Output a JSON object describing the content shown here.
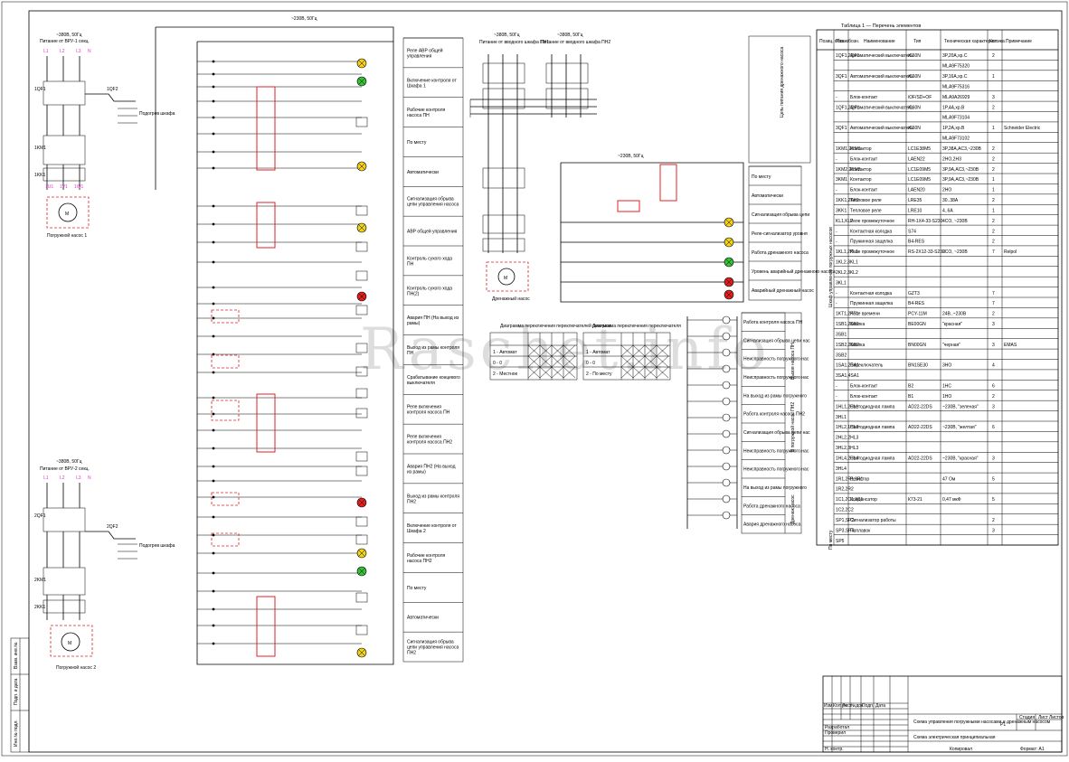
{
  "sheet": {
    "watermark": "Raschet.info"
  },
  "power_circuit": {
    "bus_label": "~230В, 50Гц",
    "top_feed": "~380В, 50Гц",
    "top_feed_note": "Питание от ВРУ-1 секц.",
    "pump1_label": "Погружной насос 1",
    "pump2_label": "Погружной насос 2",
    "bottom_feed": "~380В, 50Гц",
    "bottom_feed_note": "Питание от ВРУ-2 секц.",
    "heater1": "Подогрев шкафа",
    "heater2": "Подогрев шкафа"
  },
  "middle_labels": [
    "Реле АВР общей управления",
    "Включение контроля от Шкафа 1",
    "Рабочие контроля насоса ПН",
    "По месту",
    "Автоматически",
    "Сигнализация обрыва цепи управления насоса",
    "АВР общей управления",
    "Контроль сухого хода ПН",
    "Контроль сухого хода ПН(2)",
    "Авария ПН (На выход из рамы)",
    "Выход из рамы контроля ПН",
    "Срабатывание концевого выключателя",
    "Реле включения контроля насоса ПН",
    "Реле включения контроля насоса ПН2",
    "Авария ПН2 (На выход из рамы)",
    "Выход из рамы контроля ПН2",
    "Включение контроля от Шкафа 2",
    "Рабочие контроля насоса ПН2",
    "По месту",
    "Автоматически",
    "Сигнализация обрыва цепи управления насоса ПН2"
  ],
  "drain_pump": {
    "feed1": "~380В, 50Гц",
    "feed1_note": "Питание от вводного шкафа ПН1",
    "feed2": "~380В, 50Гц",
    "feed2_note": "Питание от вводного шкафа ПН2",
    "ctrl_feed": "~230В, 50Гц",
    "pump_label": "Дренажный насос",
    "side_label": "Цепь питания дренажного насоса",
    "right_labels": [
      "По месту",
      "Автоматически",
      "Сигнализация обрыва цепи",
      "Реле-сигнализатор уровня",
      "Работа дренажного насоса",
      "Уровень аварийный дренажного насоса",
      "Аварийный дренажный насос"
    ]
  },
  "switch_tables": {
    "left_title": "Диаграмма переключения переключателей режимов",
    "right_title": "Диаграмма переключения переключателя",
    "rows_left": [
      "1 - Автомат",
      "0 - 0",
      "2 - Местное"
    ],
    "rows_right": [
      "1 - Автомат",
      "0 - 0",
      "2 - По месту"
    ]
  },
  "signal_labels": [
    "Работа контроля насоса ПН",
    "Сигнализация обрыва цепи насоса ПН",
    "Неисправность погружного насоса ПН",
    "Неисправность погружного насоса ПН",
    "На выход из рамы погружного насоса ПН",
    "Работа контроля насоса ПН2",
    "Сигнализация обрыва цепи насоса ПН2",
    "Неисправность погружного насоса ПН2",
    "Неисправность погружного насоса ПН2",
    "На выход из рамы погружного насоса ПН2",
    "Работа дренажного насоса",
    "Авария дренажного насоса"
  ],
  "signal_group_labels": [
    "Вызов насоса ПН",
    "В погружной насос ПН2",
    "Дренаж насос"
  ],
  "elements_table": {
    "title": "Таблица 1 — Перечень элементов",
    "headers": [
      "Позиц. обозн.",
      "Поз. обозн.",
      "Наименование",
      "Тип",
      "Техническая характеристика",
      "Кол.",
      "Примечание"
    ],
    "side_group": "Шкаф управления погружных насосов",
    "side_group2": "По месту",
    "rows": [
      {
        "pos": "1QF1,2QF1",
        "name": "Автоматический выключатель",
        "type": "iC60N",
        "spec": "3P,20А,хр.С",
        "qty": "2",
        "note": ""
      },
      {
        "pos": "",
        "name": "",
        "type": "",
        "spec": "MLA9F75320",
        "qty": "",
        "note": ""
      },
      {
        "pos": "3QF1",
        "name": "Автоматический выключатель",
        "type": "iC60N",
        "spec": "3P,16А,хр.С",
        "qty": "1",
        "note": ""
      },
      {
        "pos": "",
        "name": "",
        "type": "",
        "spec": "MLA9F75316",
        "qty": "",
        "note": ""
      },
      {
        "pos": "-",
        "name": "Блок-контакт",
        "type": "iOF/SD+OF",
        "spec": "MLA9A26929",
        "qty": "3",
        "note": ""
      },
      {
        "pos": "1QF1,2QF1",
        "name": "Автоматический выключатель",
        "type": "iC60N",
        "spec": "1P,4А,хр.В",
        "qty": "2",
        "note": ""
      },
      {
        "pos": "",
        "name": "",
        "type": "",
        "spec": "MLA9F73104",
        "qty": "",
        "note": ""
      },
      {
        "pos": "3QF1",
        "name": "Автоматический выключатель",
        "type": "iC60N",
        "spec": "1P,2А,хр.В",
        "qty": "1",
        "note": "Schneider Electric"
      },
      {
        "pos": "",
        "name": "",
        "type": "",
        "spec": "MLA9F73102",
        "qty": "",
        "note": ""
      },
      {
        "pos": "1KM1,2KM1",
        "name": "Контактор",
        "type": "LC1E38M5",
        "spec": "3P,38А,AC3,~230В",
        "qty": "2",
        "note": ""
      },
      {
        "pos": "-",
        "name": "Блок-контакт",
        "type": "LAEN22",
        "spec": "2НО,2НЗ",
        "qty": "2",
        "note": ""
      },
      {
        "pos": "1KM2,2KM2",
        "name": "Контактор",
        "type": "LC1E09M5",
        "spec": "3P,9А,AC3,~230В",
        "qty": "2",
        "note": ""
      },
      {
        "pos": "3KM1",
        "name": "Контактор",
        "type": "LC1E09M5",
        "spec": "3P,9А,AC3,~230В",
        "qty": "1",
        "note": ""
      },
      {
        "pos": "-",
        "name": "Блок-контакт",
        "type": "LAEN20",
        "spec": "2НО",
        "qty": "1",
        "note": ""
      },
      {
        "pos": "1KK1,2KK1",
        "name": "Тепловое реле",
        "type": "LRE35",
        "spec": "30..38А",
        "qty": "2",
        "note": ""
      },
      {
        "pos": "3KK1",
        "name": "Тепловое реле",
        "type": "LRE10",
        "spec": "4..6А",
        "qty": "1",
        "note": ""
      },
      {
        "pos": "KL1,KL2",
        "name": "Реле промежуточное",
        "type": "RH-1X4-33-S230",
        "spec": "4CO, ~230В",
        "qty": "2",
        "note": ""
      },
      {
        "pos": "-",
        "name": "Контактная колодка",
        "type": "S74",
        "spec": "",
        "qty": "2",
        "note": ""
      },
      {
        "pos": "-",
        "name": "Пружинная защелка",
        "type": "B4-RES",
        "spec": "",
        "qty": "2",
        "note": ""
      },
      {
        "pos": "1KL1,2KL1",
        "name": "Реле промежуточное",
        "type": "RS-2X12-33-S230",
        "spec": "2CO, ~230В",
        "qty": "7",
        "note": "Relpol"
      },
      {
        "pos": "1KL2,3KL1",
        "name": "",
        "type": "",
        "spec": "",
        "qty": "",
        "note": ""
      },
      {
        "pos": "2KL2,3KL2",
        "name": "",
        "type": "",
        "spec": "",
        "qty": "",
        "note": ""
      },
      {
        "pos": "3KL1",
        "name": "",
        "type": "",
        "spec": "",
        "qty": "",
        "note": ""
      },
      {
        "pos": "-",
        "name": "Контактная колодка",
        "type": "GZT3",
        "spec": "",
        "qty": "7",
        "note": ""
      },
      {
        "pos": "-",
        "name": "Пружинная защелка",
        "type": "B4-RES",
        "spec": "",
        "qty": "7",
        "note": ""
      },
      {
        "pos": "1KT1,2KT1",
        "name": "Реле времени",
        "type": "PCY-11M",
        "spec": "24В..~230В",
        "qty": "2",
        "note": ""
      },
      {
        "pos": "1SB1,2SB1",
        "name": "Кнопка",
        "type": "BE00GN",
        "spec": "\"красная\"",
        "qty": "3",
        "note": ""
      },
      {
        "pos": "3SB1",
        "name": "",
        "type": "",
        "spec": "",
        "qty": "",
        "note": ""
      },
      {
        "pos": "1SB2,2SB2",
        "name": "Кнопка",
        "type": "BN00GN",
        "spec": "\"черная\"",
        "qty": "3",
        "note": "EMAS"
      },
      {
        "pos": "3SB2",
        "name": "",
        "type": "",
        "spec": "",
        "qty": "",
        "note": ""
      },
      {
        "pos": "1SA1,2SA1",
        "name": "Переключатель",
        "type": "BN1SE30",
        "spec": "3НО",
        "qty": "4",
        "note": ""
      },
      {
        "pos": "3SA1,4SA1",
        "name": "",
        "type": "",
        "spec": "",
        "qty": "",
        "note": ""
      },
      {
        "pos": "-",
        "name": "Блок-контакт",
        "type": "B2",
        "spec": "1НС",
        "qty": "6",
        "note": ""
      },
      {
        "pos": "-",
        "name": "Блок-контакт",
        "type": "B1",
        "spec": "1НО",
        "qty": "2",
        "note": ""
      },
      {
        "pos": "1HL1,2HL1",
        "name": "Светодиодная лампа",
        "type": "AD22-22DS",
        "spec": "~230В, \"зеленая\"",
        "qty": "3",
        "note": ""
      },
      {
        "pos": "3HL1",
        "name": "",
        "type": "",
        "spec": "",
        "qty": "",
        "note": ""
      },
      {
        "pos": "1HL2,1HL3",
        "name": "Светодиодная лампа",
        "type": "AD22-22DS",
        "spec": "~230В, \"желтая\"",
        "qty": "6",
        "note": ""
      },
      {
        "pos": "2HL2,2HL3",
        "name": "",
        "type": "",
        "spec": "",
        "qty": "",
        "note": ""
      },
      {
        "pos": "3HL2,3HL3",
        "name": "",
        "type": "",
        "spec": "",
        "qty": "",
        "note": ""
      },
      {
        "pos": "1HL4,2HL4",
        "name": "Светодиодная лампа",
        "type": "AD22-22DS",
        "spec": "~230В, \"красная\"",
        "qty": "3",
        "note": ""
      },
      {
        "pos": "3HL4",
        "name": "",
        "type": "",
        "spec": "",
        "qty": "",
        "note": ""
      },
      {
        "pos": "1R1,2R1,3R1",
        "name": "Резистор",
        "type": "",
        "spec": "47 Ом",
        "qty": "5",
        "note": ""
      },
      {
        "pos": "1R2,2R2",
        "name": "",
        "type": "",
        "spec": "",
        "qty": "",
        "note": ""
      },
      {
        "pos": "1C1,2C1,3C1",
        "name": "Конденсатор",
        "type": "К73-21",
        "spec": "0,47 мкФ",
        "qty": "5",
        "note": ""
      },
      {
        "pos": "1C2,2C2",
        "name": "",
        "type": "",
        "spec": "",
        "qty": "",
        "note": ""
      },
      {
        "pos": "SP1,SP2",
        "name": "Сигнализатор работы",
        "type": "",
        "spec": "",
        "qty": "2",
        "note": ""
      },
      {
        "pos": "SP3,SP4,",
        "name": "Поплавок",
        "type": "",
        "spec": "",
        "qty": "3",
        "note": ""
      },
      {
        "pos": "SP5",
        "name": "",
        "type": "",
        "spec": "",
        "qty": "",
        "note": ""
      }
    ]
  },
  "title_block": {
    "sheet": "Р1",
    "col_headers": [
      "Изм.",
      "Кол.уч.",
      "Лист",
      "№док.",
      "Подп.",
      "Дата"
    ],
    "roles": [
      "Разработал",
      "Проверил",
      "Н. контр."
    ],
    "stage_labels": [
      "Стадия",
      "Лист",
      "Листов"
    ],
    "description": "Схема управления погружными насосами и дренажным насосом",
    "drawing_name": "Схема электрическая принципиальная",
    "format": "Формат: А1",
    "copied": "Копировал"
  },
  "stamp_side": [
    "Инв.№ подл.",
    "Подп. и дата",
    "Взам. инв.№"
  ]
}
